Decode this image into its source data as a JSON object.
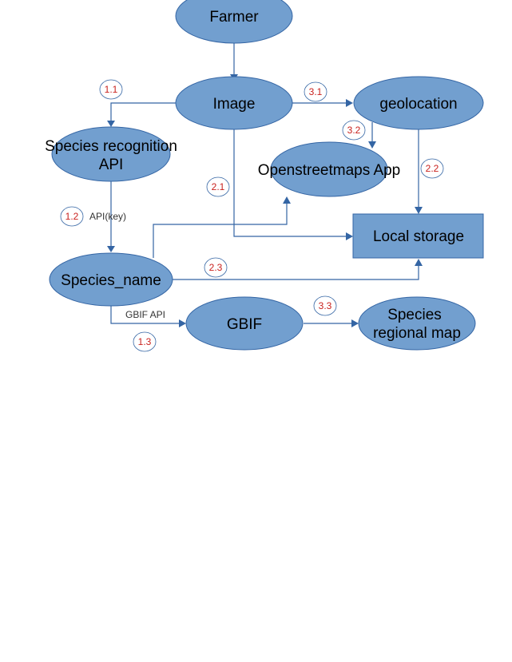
{
  "nodes": {
    "farmer": "Farmer",
    "image": "Image",
    "geolocation": "geolocation",
    "species_recognition_api": [
      "Species recognition",
      "API"
    ],
    "openstreetmaps_app": "Openstreetmaps App",
    "local_storage": "Local storage",
    "species_name": "Species_name",
    "gbif": "GBIF",
    "species_regional_map": [
      "Species",
      "regional map"
    ]
  },
  "steps": {
    "s1_1": "1.1",
    "s1_2": "1.2",
    "s1_3": "1.3",
    "s2_1": "2.1",
    "s2_2": "2.2",
    "s2_3": "2.3",
    "s3_1": "3.1",
    "s3_2": "3.2",
    "s3_3": "3.3"
  },
  "edge_labels": {
    "api_key": "API(key)",
    "gbif_api": "GBIF API"
  },
  "colors": {
    "node_fill": "#729fcf",
    "node_stroke": "#3465a4",
    "edge": "#3465a4",
    "step_text": "#c9211e"
  }
}
